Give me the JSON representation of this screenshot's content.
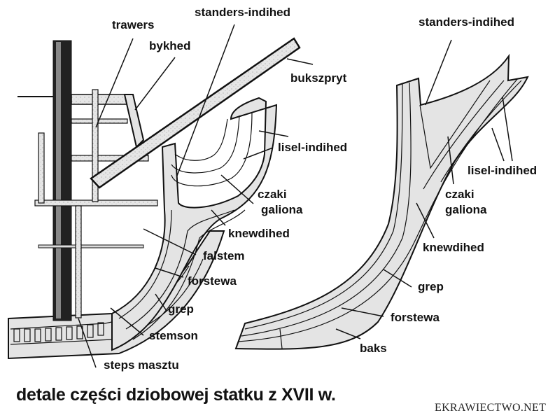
{
  "caption": "detale części dziobowej statku z XVII w.",
  "watermark": "EKRAWIECTWO.NET",
  "left_figure": {
    "labels": {
      "trawers": "trawers",
      "bykhed": "bykhed",
      "standers_indihed": "standers-indihed",
      "bukszpryt": "bukszpryt",
      "lisel_indihed": "lisel-indihed",
      "czaki_galiona_1": "czaki",
      "czaki_galiona_2": "galiona",
      "knewdihed": "knewdihed",
      "falstem": "falstem",
      "forstewa": "forstewa",
      "grep": "grep",
      "stemson": "stemson",
      "steps_masztu": "steps masztu"
    }
  },
  "right_figure": {
    "labels": {
      "standers_indihed": "standers-indihed",
      "lisel_indihed": "lisel-indihed",
      "czaki_galiona_1": "czaki",
      "czaki_galiona_2": "galiona",
      "knewdihed": "knewdihed",
      "grep": "grep",
      "forstewa": "forstewa",
      "baks": "baks"
    }
  }
}
